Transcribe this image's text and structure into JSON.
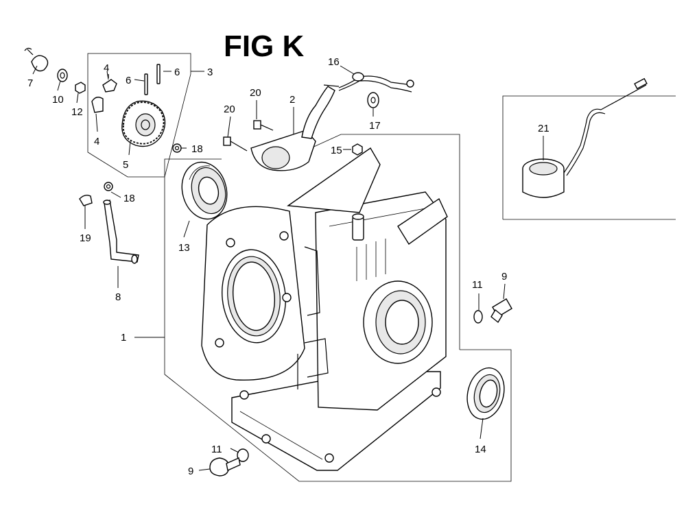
{
  "title": "FIG K",
  "callouts": [
    {
      "id": "c7",
      "text": "7"
    },
    {
      "id": "c10",
      "text": "10"
    },
    {
      "id": "c12",
      "text": "12"
    },
    {
      "id": "c4a",
      "text": "4"
    },
    {
      "id": "c4b",
      "text": "4"
    },
    {
      "id": "c5",
      "text": "5"
    },
    {
      "id": "c6a",
      "text": "6"
    },
    {
      "id": "c6b",
      "text": "6"
    },
    {
      "id": "c3",
      "text": "3"
    },
    {
      "id": "c20a",
      "text": "20"
    },
    {
      "id": "c20b",
      "text": "20"
    },
    {
      "id": "c2",
      "text": "2"
    },
    {
      "id": "c16",
      "text": "16"
    },
    {
      "id": "c17",
      "text": "17"
    },
    {
      "id": "c18a",
      "text": "18"
    },
    {
      "id": "c18b",
      "text": "18"
    },
    {
      "id": "c15",
      "text": "15"
    },
    {
      "id": "c21",
      "text": "21"
    },
    {
      "id": "c19",
      "text": "19"
    },
    {
      "id": "c13",
      "text": "13"
    },
    {
      "id": "c8",
      "text": "8"
    },
    {
      "id": "c1",
      "text": "1"
    },
    {
      "id": "c11a",
      "text": "11"
    },
    {
      "id": "c9a",
      "text": "9"
    },
    {
      "id": "c14",
      "text": "14"
    },
    {
      "id": "c11b",
      "text": "11"
    },
    {
      "id": "c9b",
      "text": "9"
    }
  ]
}
